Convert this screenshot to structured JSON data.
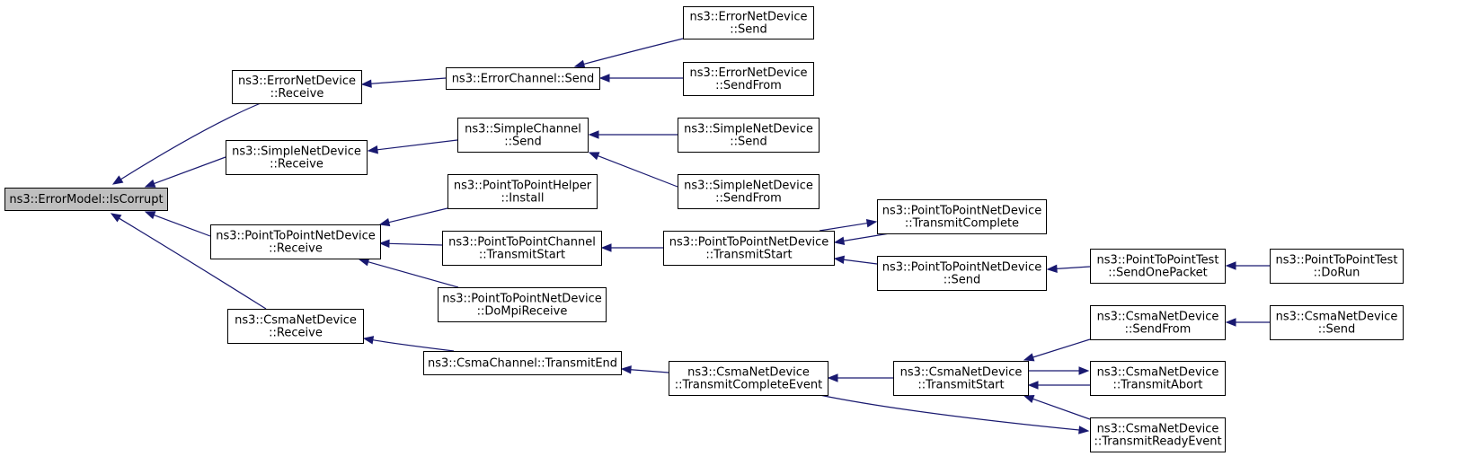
{
  "graph": {
    "colors": {
      "edge": "#191970",
      "node_border": "#000000",
      "node_fill": "#ffffff",
      "root_fill": "#bfbfbf"
    },
    "nodes": [
      {
        "id": "root",
        "lines": [
          "ns3::ErrorModel::IsCorrupt"
        ],
        "root": true
      },
      {
        "id": "edr",
        "lines": [
          "ns3::ErrorNetDevice",
          "::Receive"
        ]
      },
      {
        "id": "ecs",
        "lines": [
          "ns3::ErrorChannel::Send"
        ]
      },
      {
        "id": "eds",
        "lines": [
          "ns3::ErrorNetDevice",
          "::Send"
        ]
      },
      {
        "id": "edsf",
        "lines": [
          "ns3::ErrorNetDevice",
          "::SendFrom"
        ]
      },
      {
        "id": "sdr",
        "lines": [
          "ns3::SimpleNetDevice",
          "::Receive"
        ]
      },
      {
        "id": "scs",
        "lines": [
          "ns3::SimpleChannel",
          "::Send"
        ]
      },
      {
        "id": "sds",
        "lines": [
          "ns3::SimpleNetDevice",
          "::Send"
        ]
      },
      {
        "id": "sdsf",
        "lines": [
          "ns3::SimpleNetDevice",
          "::SendFrom"
        ]
      },
      {
        "id": "pdr",
        "lines": [
          "ns3::PointToPointNetDevice",
          "::Receive"
        ]
      },
      {
        "id": "phi",
        "lines": [
          "ns3::PointToPointHelper",
          "::Install"
        ]
      },
      {
        "id": "pcts",
        "lines": [
          "ns3::PointToPointChannel",
          "::TransmitStart"
        ]
      },
      {
        "id": "pdmr",
        "lines": [
          "ns3::PointToPointNetDevice",
          "::DoMpiReceive"
        ]
      },
      {
        "id": "pdts",
        "lines": [
          "ns3::PointToPointNetDevice",
          "::TransmitStart"
        ]
      },
      {
        "id": "pdtc",
        "lines": [
          "ns3::PointToPointNetDevice",
          "::TransmitComplete"
        ]
      },
      {
        "id": "pds",
        "lines": [
          "ns3::PointToPointNetDevice",
          "::Send"
        ]
      },
      {
        "id": "ptsop",
        "lines": [
          "ns3::PointToPointTest",
          "::SendOnePacket"
        ]
      },
      {
        "id": "ptdr",
        "lines": [
          "ns3::PointToPointTest",
          "::DoRun"
        ]
      },
      {
        "id": "cdr",
        "lines": [
          "ns3::CsmaNetDevice",
          "::Receive"
        ]
      },
      {
        "id": "ccte",
        "lines": [
          "ns3::CsmaChannel::TransmitEnd"
        ]
      },
      {
        "id": "cdtce",
        "lines": [
          "ns3::CsmaNetDevice",
          "::TransmitCompleteEvent"
        ]
      },
      {
        "id": "cdts",
        "lines": [
          "ns3::CsmaNetDevice",
          "::TransmitStart"
        ]
      },
      {
        "id": "cdsf",
        "lines": [
          "ns3::CsmaNetDevice",
          "::SendFrom"
        ]
      },
      {
        "id": "cds",
        "lines": [
          "ns3::CsmaNetDevice",
          "::Send"
        ]
      },
      {
        "id": "cdta",
        "lines": [
          "ns3::CsmaNetDevice",
          "::TransmitAbort"
        ]
      },
      {
        "id": "cdtre",
        "lines": [
          "ns3::CsmaNetDevice",
          "::TransmitReadyEvent"
        ]
      }
    ],
    "edges": [
      {
        "from": "edr",
        "to": "root"
      },
      {
        "from": "sdr",
        "to": "root"
      },
      {
        "from": "pdr",
        "to": "root"
      },
      {
        "from": "cdr",
        "to": "root"
      },
      {
        "from": "ecs",
        "to": "edr"
      },
      {
        "from": "eds",
        "to": "ecs"
      },
      {
        "from": "edsf",
        "to": "ecs"
      },
      {
        "from": "scs",
        "to": "sdr"
      },
      {
        "from": "sds",
        "to": "scs"
      },
      {
        "from": "sdsf",
        "to": "scs"
      },
      {
        "from": "phi",
        "to": "pdr"
      },
      {
        "from": "pcts",
        "to": "pdr"
      },
      {
        "from": "pdmr",
        "to": "pdr"
      },
      {
        "from": "pdts",
        "to": "pcts"
      },
      {
        "from": "pdtc",
        "to": "pdts"
      },
      {
        "from": "pds",
        "to": "pdts"
      },
      {
        "from": "ptsop",
        "to": "pds"
      },
      {
        "from": "ptdr",
        "to": "ptsop"
      },
      {
        "from": "ccte",
        "to": "cdr"
      },
      {
        "from": "cdtce",
        "to": "ccte"
      },
      {
        "from": "cdts",
        "to": "cdtce"
      },
      {
        "from": "cdsf",
        "to": "cdts"
      },
      {
        "from": "cds",
        "to": "cdsf"
      },
      {
        "from": "cdta",
        "to": "cdts"
      },
      {
        "from": "cdts",
        "to": "cdta"
      },
      {
        "from": "cdtre",
        "to": "cdts"
      },
      {
        "from": "cdtce",
        "to": "cdtre"
      },
      {
        "from": "pdts",
        "to": "pdtc"
      }
    ]
  }
}
